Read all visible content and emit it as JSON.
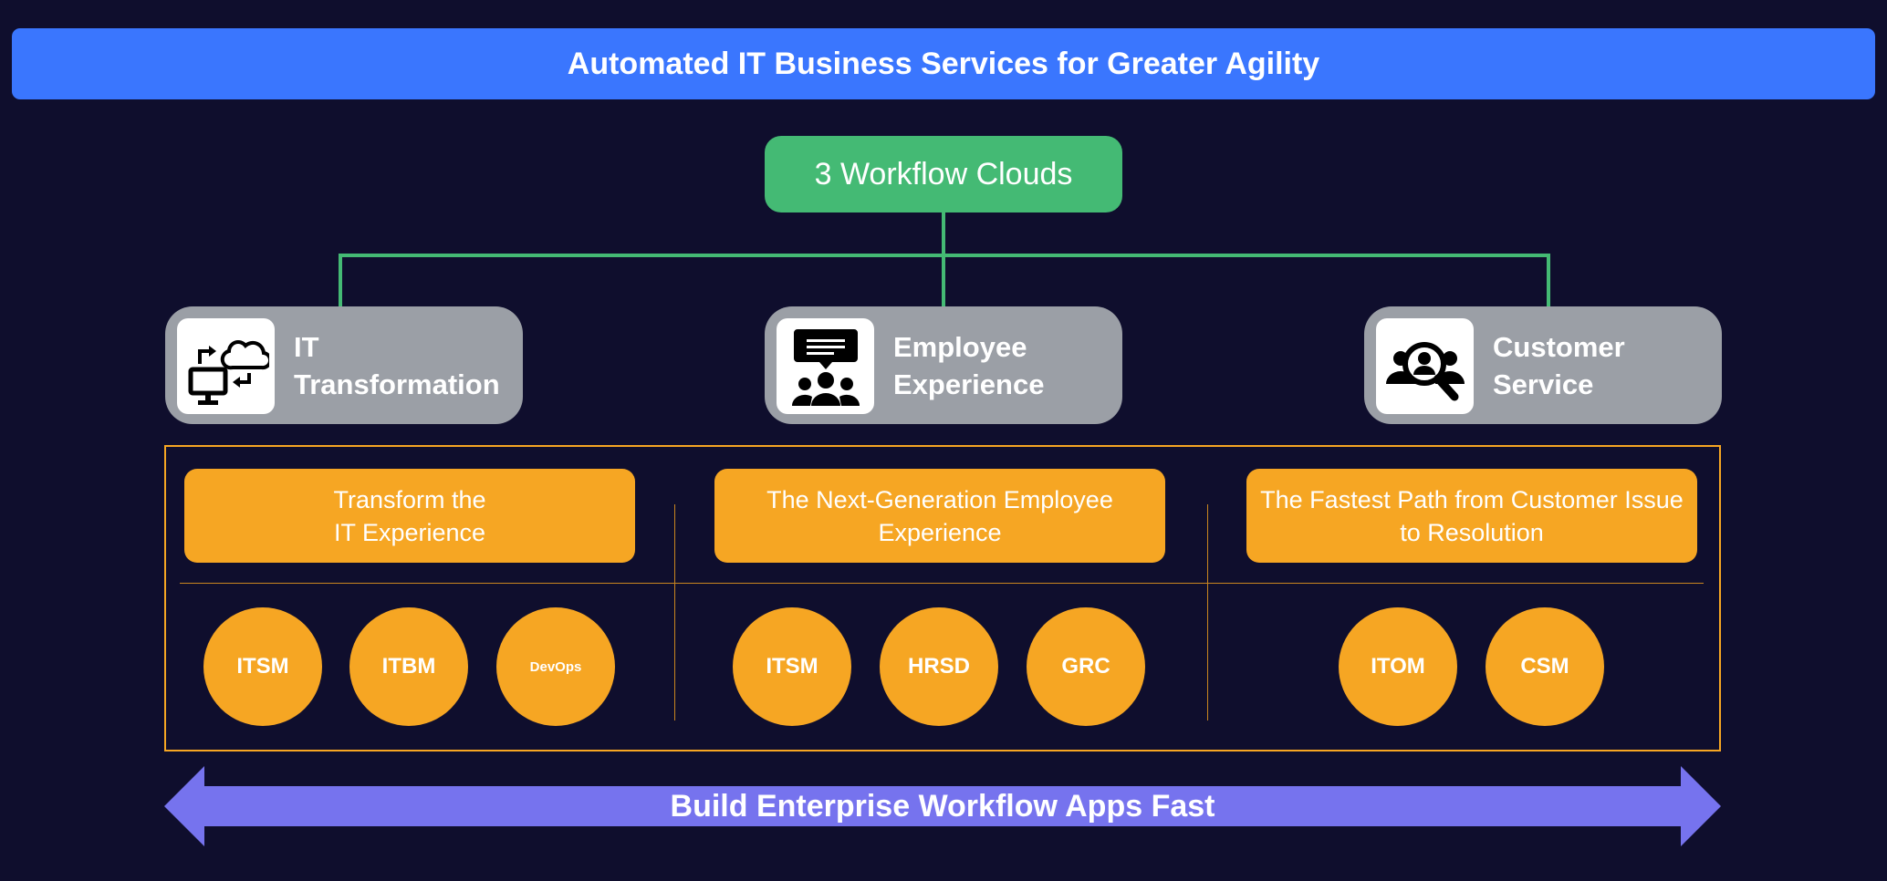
{
  "banner": {
    "title": "Automated IT Business Services for Greater Agility"
  },
  "root": {
    "label": "3 Workflow Clouds"
  },
  "categories": [
    {
      "label": "IT\nTransformation",
      "icon": "computer-cloud-sync-icon"
    },
    {
      "label": "Employee\nExperience",
      "icon": "team-chat-icon"
    },
    {
      "label": "Customer\nService",
      "icon": "customer-search-icon"
    }
  ],
  "columns": [
    {
      "description": "Transform the\nIT Experience",
      "products": [
        "ITSM",
        "ITBM",
        "DevOps"
      ]
    },
    {
      "description": "The Next-Generation Employee\nExperience",
      "products": [
        "ITSM",
        "HRSD",
        "GRC"
      ]
    },
    {
      "description": "The Fastest Path from Customer Issue\nto Resolution",
      "products": [
        "ITOM",
        "CSM"
      ]
    }
  ],
  "footer": {
    "label": "Build Enterprise Workflow Apps Fast"
  },
  "colors": {
    "background": "#0f0e2d",
    "banner": "#3a76fe",
    "root": "#44ba74",
    "category": "#9b9fa6",
    "accent_orange": "#f6a623",
    "arrow": "#7673ee"
  }
}
